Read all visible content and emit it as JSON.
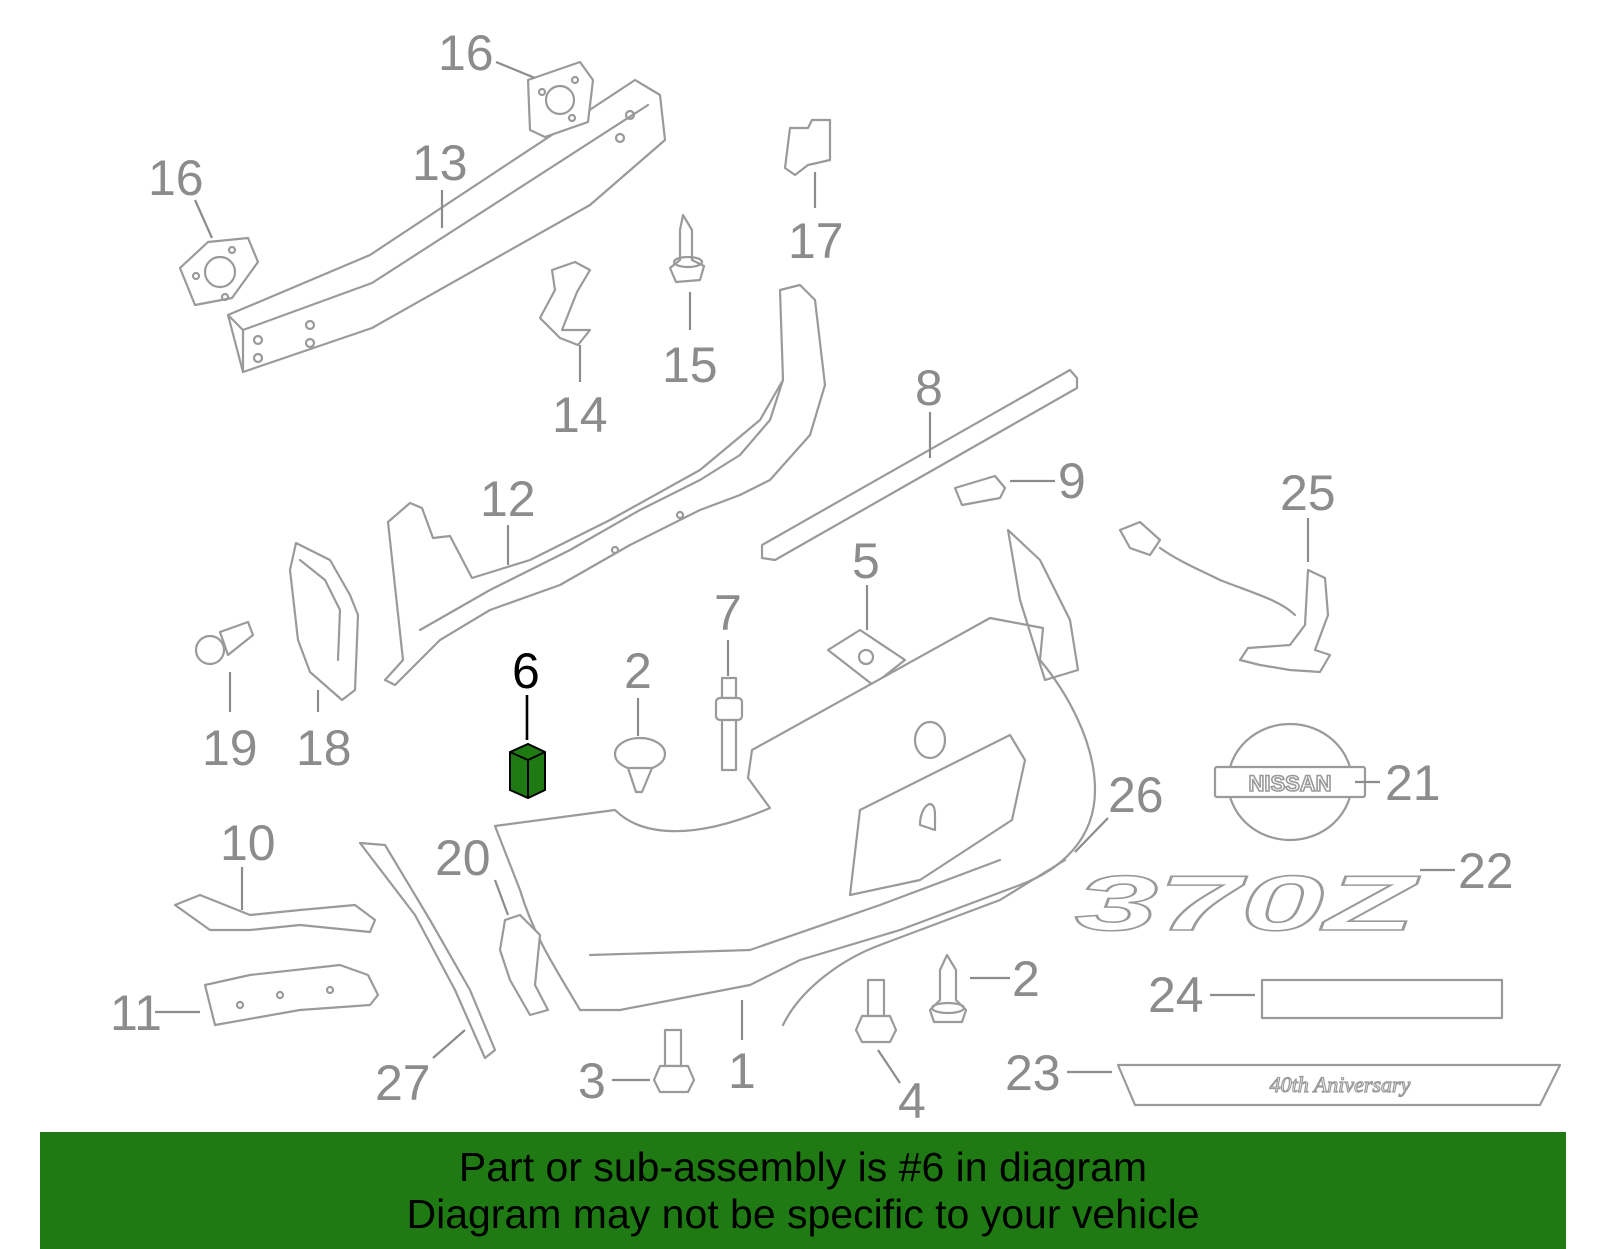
{
  "diagram": {
    "callouts": {
      "c1": "1",
      "c2a": "2",
      "c2b": "2",
      "c3": "3",
      "c4": "4",
      "c5": "5",
      "c6": "6",
      "c7": "7",
      "c8": "8",
      "c9": "9",
      "c10": "10",
      "c11": "11",
      "c12": "12",
      "c13": "13",
      "c14": "14",
      "c15": "15",
      "c16a": "16",
      "c16b": "16",
      "c17": "17",
      "c18": "18",
      "c19": "19",
      "c20": "20",
      "c21": "21",
      "c22": "22",
      "c23": "23",
      "c24": "24",
      "c25": "25",
      "c26": "26",
      "c27": "27"
    },
    "emblem_text": "NISSAN",
    "model_badge": "370Z",
    "anniversary_badge": "40th Aniversary",
    "highlight_part": "6",
    "highlight_color": "#1f7a14"
  },
  "footer": {
    "line1": "Part or sub-assembly is #6 in diagram",
    "line2": "Diagram may not be specific to your vehicle",
    "background": "#1f7a14"
  }
}
